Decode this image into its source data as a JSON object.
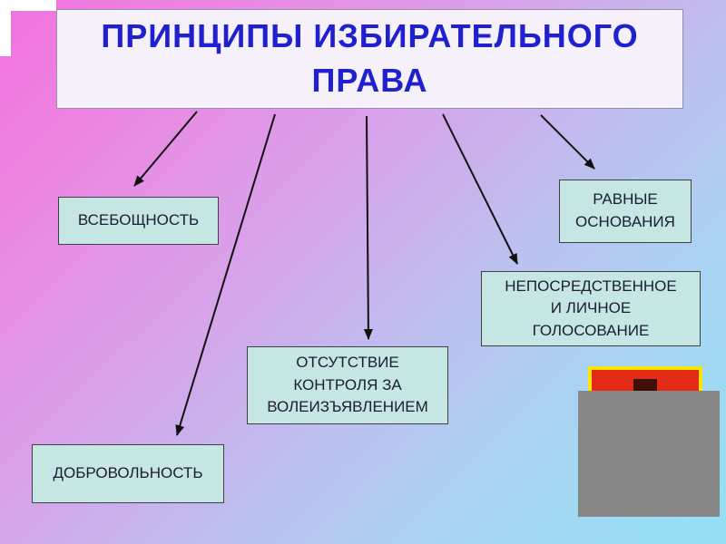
{
  "slide": {
    "title": "ПРИНЦИПЫ ИЗБИРАТЕЛЬНОГО\nПРАВА",
    "nodes": [
      {
        "label": "ВСЕБОЩНОСТЬ"
      },
      {
        "label": "РАВНЫЕ\nОСНОВАНИЯ"
      },
      {
        "label": "НЕПОСРЕДСТВЕННОЕ\nИ ЛИЧНОЕ\nГОЛОСОВАНИЕ"
      },
      {
        "label": "ОТСУТСТВИЕ\nКОНТРОЛЯ ЗА\nВОЛЕИЗЪЯВЛЕНИЕМ"
      },
      {
        "label": "ДОБРОВОЛЬНОСТЬ"
      }
    ],
    "colors": {
      "background_top_left": "#f172de",
      "background_bottom_right": "#93e0f4",
      "title_text": "#2020cf",
      "title_box_bg": "#f6f0fb",
      "node_bg": "#c6e6e3",
      "node_text": "#1b1b34",
      "arrow": "#111111",
      "covered_image_red": "#e22b17",
      "covered_image_yellow": "#ffe400",
      "overlay_gray": "#878787"
    }
  }
}
